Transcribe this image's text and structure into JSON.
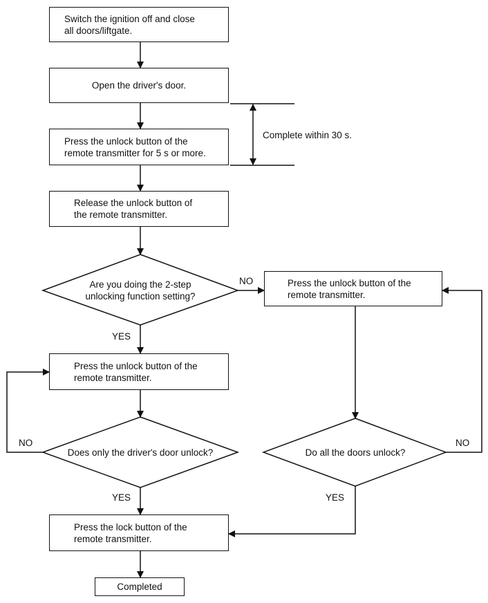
{
  "steps": {
    "switch_off": "Switch the ignition off and close\nall doors/liftgate.",
    "open_door": "Open the driver's door.",
    "press_unlock_5s": "Press the unlock button of the\nremote transmitter for 5 s or more.",
    "release_unlock": "Release the unlock button of\nthe remote transmitter.",
    "press_unlock_left": "Press the unlock button of the\nremote transmitter.",
    "press_unlock_right": "Press the unlock button of the\nremote transmitter.",
    "press_lock": "Press the lock button of the\nremote transmitter.",
    "completed": "Completed"
  },
  "decisions": {
    "two_step": "Are you doing the 2-step\nunlocking function setting?",
    "driver_door": "Does only the driver's door unlock?",
    "all_doors": "Do all the doors unlock?"
  },
  "labels": {
    "timing": "Complete within 30 s.",
    "yes": "YES",
    "no": "NO"
  }
}
